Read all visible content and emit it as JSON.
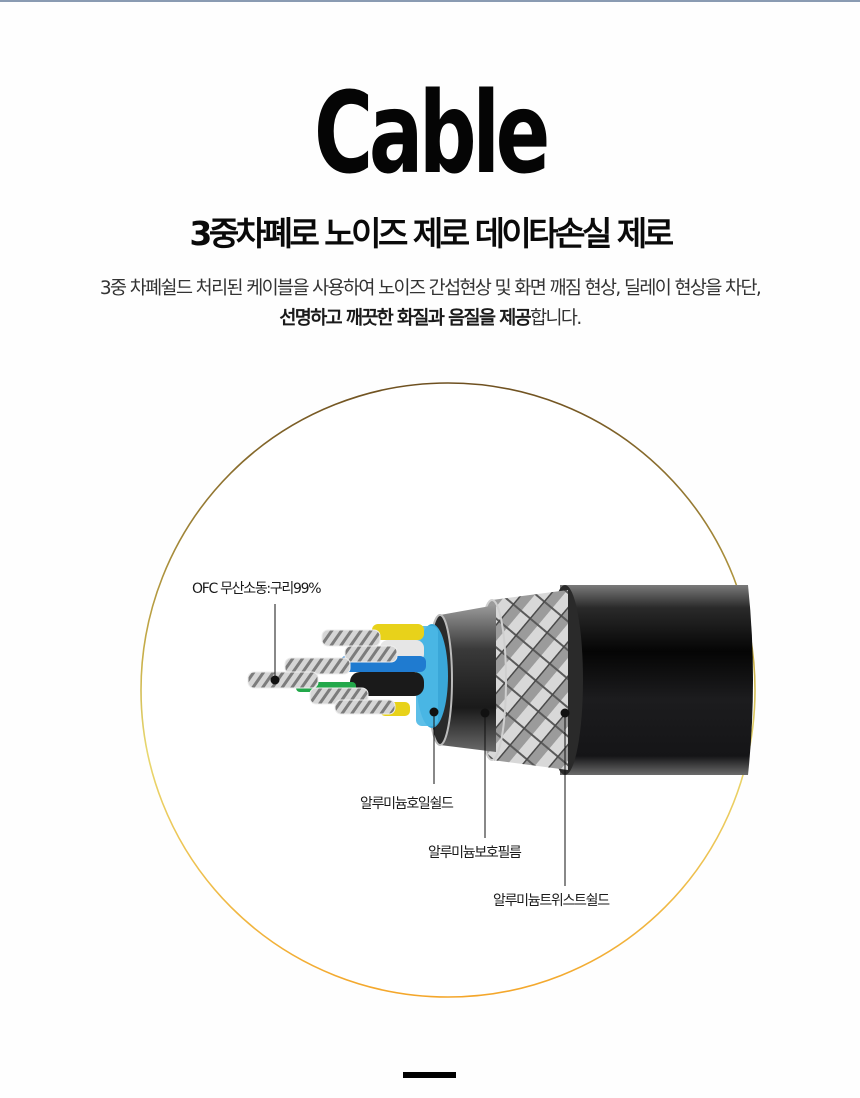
{
  "header": {
    "title": "Cable",
    "subtitle": "3중차폐로 노이즈 제로 데이타손실 제로"
  },
  "description": {
    "line1": "3중 차폐쉴드 처리된 케이블을 사용하여 노이즈 간섭현상 및 화면 깨짐 현상, 딜레이 현상을 차단,",
    "line2_bold_a": "선명하고 깨끗한 화질과 음질을 제공",
    "line2_rest": "합니다."
  },
  "figure": {
    "image": "cable-cross-section-illustration",
    "frame_color_top": "#7a5c2a",
    "frame_color_bottom": "#f0a830",
    "callouts": {
      "conductor": "OFC 무산소동:구리99%",
      "foil_shield": "알루미늄호일쉴드",
      "protective_film": "알루미늄보호필름",
      "twist_shield": "알루미늄트위스트쉴드"
    }
  },
  "colors": {
    "top_bar": "#8a9bb2",
    "text": "#111111",
    "accent_gold": "#c8962e"
  }
}
